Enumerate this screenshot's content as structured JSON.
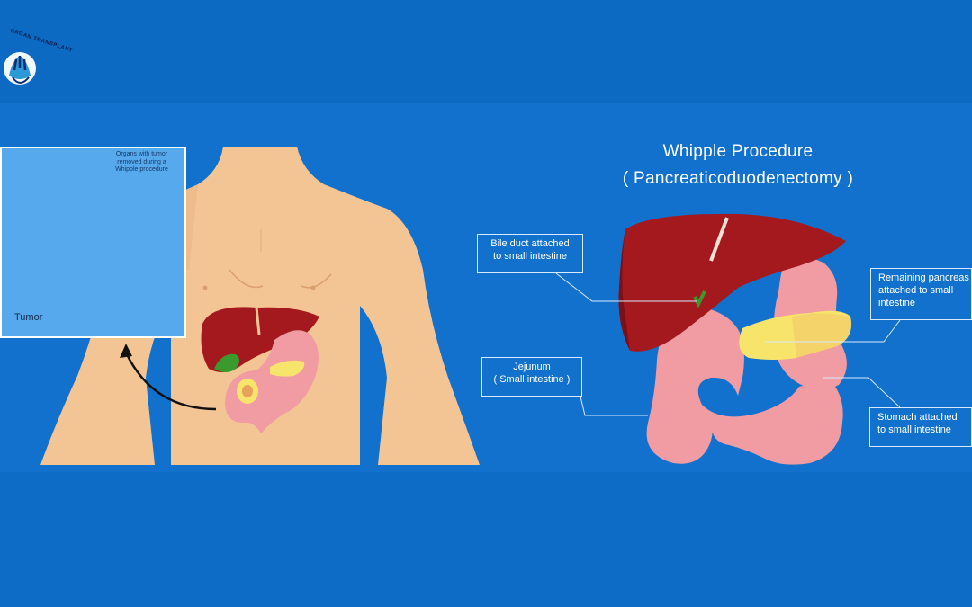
{
  "logo": {
    "text": "ORGAN TRANSPLANT"
  },
  "inset": {
    "caption_lines": [
      "Organs with tumor",
      "removed during a",
      "Whipple procedure"
    ],
    "tumor_label": "Tumor"
  },
  "diagram": {
    "title": "Whipple Procedure",
    "subtitle": "( Pancreaticoduodenectomy )",
    "callouts": {
      "bile_duct": [
        "Bile duct attached",
        "to small intestine"
      ],
      "jejunum": [
        "Jejunum",
        "( Small intestine )"
      ],
      "pancreas": [
        "Remaining pancreas",
        "attached to small",
        "intestine"
      ],
      "stomach": [
        "Stomach attached",
        "to small intestine"
      ]
    }
  },
  "colors": {
    "background": "#0d6cc5",
    "skin": "#f3c595",
    "liver": "#a3191e",
    "intestine": "#f19ba3",
    "pancreas": "#f7e46b",
    "gallbladder": "#3a9a2d",
    "inset_bg": "#57a9ee"
  }
}
